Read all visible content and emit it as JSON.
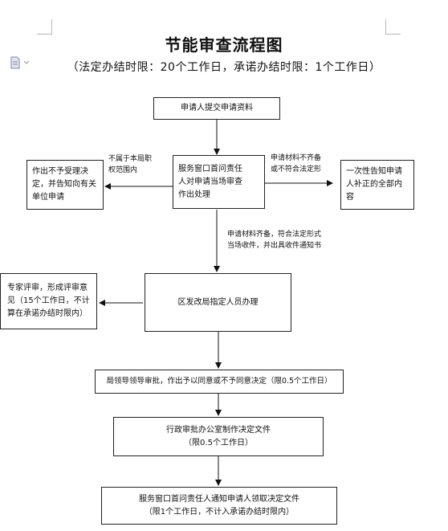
{
  "title": "节能审查流程图",
  "subtitle": "（法定办结时限：20个工作日，承诺办结时限：1个工作日）",
  "icons": {
    "document": "document-icon"
  },
  "nodes": {
    "submit": "申请人提交申请资料",
    "window": "服务窗口首问责任\n人对申请当场审查\n作出处理",
    "reject": "作出不予受理决\n定，并告知向有关\n单位申请",
    "supplement": "一次性告知申请\n人补正的全部内\n容",
    "handler": "区发改局指定人员办理",
    "expert": "专家评审，形成评审意\n见（15个工作日，不计\n算在承诺办结时限内）",
    "leader": "局领导领导审批，作出予以同意或不予同意决定（限0.5个工作日）",
    "office": "行政审批办公室制作决定文件\n（限0.5个工作日）",
    "notify": "服务窗口首问责任人通知申请人领取决定文件\n（限1个工作日，不计入承诺办结时限内）"
  },
  "edge_labels": {
    "out_of_scope": "不属于本局职\n权范围内",
    "incomplete": "申请材料不齐备\n或不符合法定形",
    "complete": "申请材料齐备，符合法定形式\n当场收件，并出具收件通知书"
  }
}
